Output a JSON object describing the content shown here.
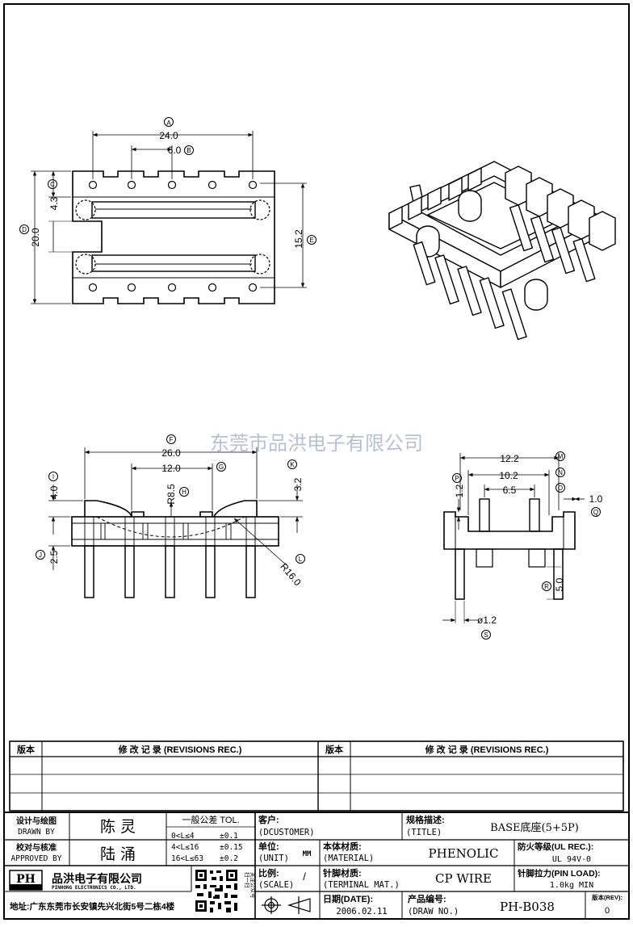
{
  "watermark": "东莞市品洪电子有限公司",
  "dims": {
    "top": {
      "w240": "24.0",
      "w60": "6.0",
      "h43": "4.3",
      "h200": "20.0",
      "h152": "15.2",
      "A": "A",
      "B": "B",
      "C": "C",
      "D": "D",
      "E": "E"
    },
    "front": {
      "w260": "26.0",
      "w120": "12.0",
      "r85": "R8.5",
      "h40": "4.0",
      "h32": "3.2",
      "h25": "2.5",
      "r160": "R16.0",
      "F": "F",
      "G": "G",
      "H": "H",
      "I": "I",
      "J": "J",
      "K": "K",
      "L": "L"
    },
    "side": {
      "w122": "12.2",
      "w102": "10.2",
      "w65": "6.5",
      "h12": "1.2",
      "w10": "1.0",
      "h50": "5.0",
      "d12": "ø1.2",
      "M": "M",
      "N": "N",
      "O": "O",
      "P": "P",
      "Q": "Q",
      "R": "R",
      "S": "S"
    }
  },
  "revisions": {
    "col_ver": "版本",
    "col_rec": "修 改 记 录 (REVISIONS REC.)"
  },
  "title_block": {
    "designed_cn": "设计与绘图",
    "designed_en": "DRAWN BY",
    "designer": "陈 灵",
    "approved_cn": "校对与核准",
    "approved_en": "APPROVED BY",
    "approver": "陆 涌",
    "tol_title": "一般公差 TOL.",
    "tol_rows": [
      {
        "range": "0<L≤4",
        "val": "±0.1"
      },
      {
        "range": "4<L≤16",
        "val": "±0.15"
      },
      {
        "range": "16<L≤63",
        "val": "±0.2"
      }
    ],
    "customer_cn": "客户:",
    "customer_en": "(DCUSTOMER)",
    "title_cn": "规格描述:",
    "title_en": "(TITLE)",
    "title_value": "BASE底座(5+5P)",
    "unit_cn": "单位:",
    "unit_en": "(UNIT)",
    "unit_value": "MM",
    "material_cn": "本体材质:",
    "material_en": "(MATERIAL)",
    "material_value": "PHENOLIC",
    "ul_cn": "防火等级(UL REC.):",
    "ul_value": "UL 94V-0",
    "scale_cn": "比例:",
    "scale_en": "(SCALE)",
    "scale_value": "/",
    "terminal_cn": "针脚材质:",
    "terminal_en": "(TERMINAL MAT.)",
    "terminal_value": "CP WIRE",
    "pinload_cn": "针脚拉力(PIN LOAD):",
    "pinload_value": "1.0kg MIN",
    "date_cn": "日期(DATE):",
    "date_value": "2006.02.11",
    "drawno_cn": "产品编号:",
    "drawno_en": "(DRAW NO.)",
    "drawno_value": "PH-B038",
    "rev_cn": "版本(REV):",
    "rev_value": "0",
    "company_cn": "品洪电子有限公司",
    "company_en": "PINHONG ELECTRONICS CO., LTD.",
    "logo_text": "PH",
    "address": "地址:广东东莞市长安镇先兴北街5号二栋4楼",
    "qr_caption": "扫一扫",
    "qr_caption2": "关注公众号"
  }
}
